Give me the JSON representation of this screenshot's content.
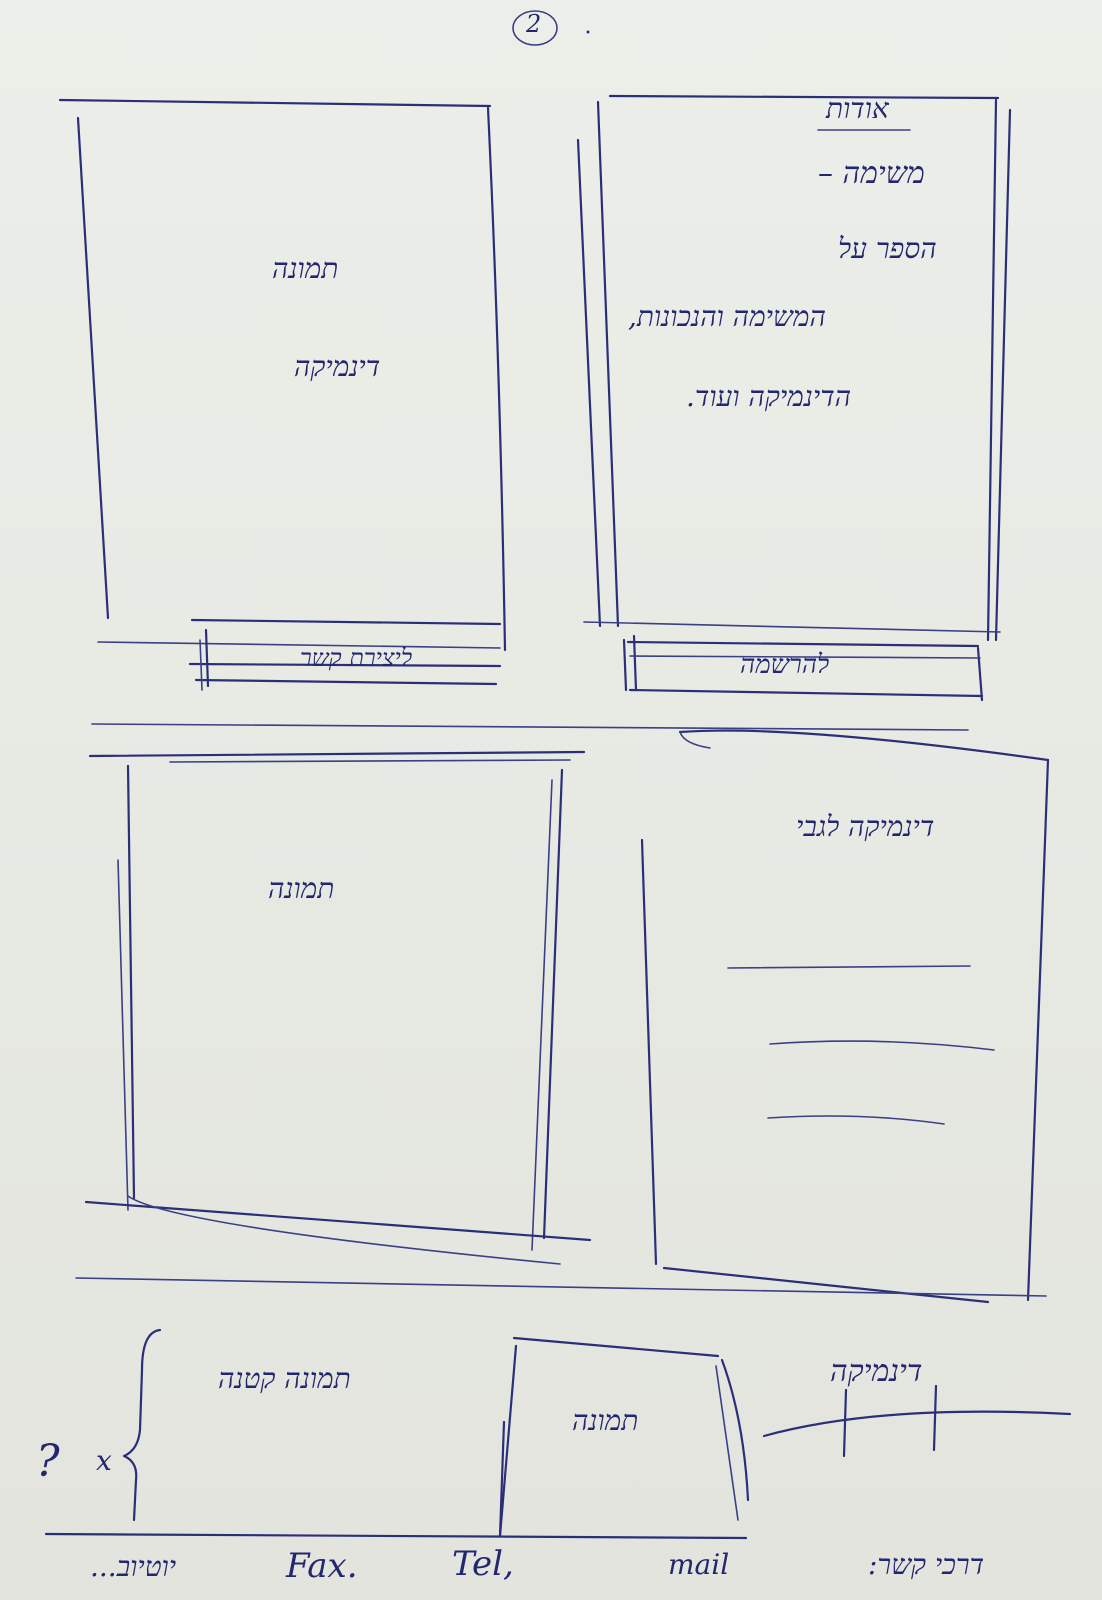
{
  "page_number": "2",
  "panel_top_right": {
    "heading": "אודות",
    "lines": [
      "משימה –",
      "הספר על",
      "המשימה והנכונות,",
      "הדינמיקה ועוד."
    ],
    "button_label": "להרשמה"
  },
  "panel_top_left": {
    "image_label": "תמונה",
    "caption": "דינמיקה",
    "button_label": "ליצירת קשר"
  },
  "panel_mid_left": {
    "image_label": "תמונה"
  },
  "panel_mid_right": {
    "heading": "דינמיקה לגבי"
  },
  "footer_row": {
    "right_label": "דינמיקה",
    "center_image_label": "תמונה",
    "left_text": "תמונה קטנה",
    "x_mark": "x",
    "question_mark": "?"
  },
  "contact_bar": {
    "label": "דרכי קשר:",
    "items": [
      "mail",
      "Tel,",
      "Fax.",
      "יוטיוב..."
    ]
  }
}
